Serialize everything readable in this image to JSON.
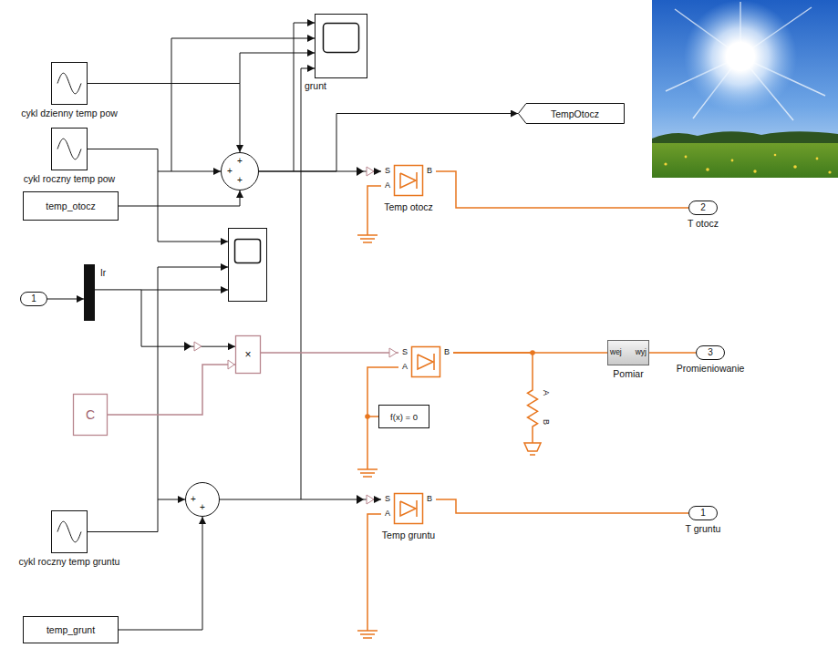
{
  "diagram": {
    "nodes": [
      {
        "text": [
          "cykl dzienny temp pow"
        ]
      },
      {
        "text": [
          "cykl roczny temp pow"
        ]
      },
      {
        "text": [
          "temp_otocz"
        ]
      },
      {
        "text": [
          "+",
          "+",
          "+"
        ]
      },
      {
        "text": [
          "TempOtocz"
        ]
      },
      {
        "text": [
          "S",
          "A",
          "B",
          "Temp otocz"
        ]
      },
      {
        "text": [
          "2",
          "T otocz"
        ]
      },
      {
        "text": [
          "1"
        ]
      },
      {
        "text": [
          "Ir"
        ]
      },
      {
        "text": [
          "×"
        ]
      },
      {
        "text": [
          "C"
        ]
      },
      {
        "text": [
          "S",
          "A",
          "B"
        ]
      },
      {
        "text": [
          "f(x) = 0"
        ]
      },
      {
        "text": [
          "A",
          "B"
        ]
      },
      {
        "text": [
          "wej",
          "wyj",
          "Pomiar"
        ]
      },
      {
        "text": [
          "3",
          "Promieniowanie"
        ]
      },
      {
        "text": [
          "cykl roczny temp gruntu"
        ]
      },
      {
        "text": [
          "temp_grunt"
        ]
      },
      {
        "text": [
          "+",
          "+"
        ]
      },
      {
        "text": [
          "S",
          "A",
          "B",
          "Temp gruntu"
        ]
      },
      {
        "text": [
          "1",
          "T gruntu"
        ]
      }
    ],
    "edges": [
      {
        "from": 0,
        "to": 3,
        "arrow": "to"
      },
      {
        "from": 1,
        "to": 3,
        "arrow": "to"
      },
      {
        "from": 2,
        "to": 3,
        "arrow": "to"
      },
      {
        "from": 3,
        "to": 4,
        "arrow": "to"
      },
      {
        "from": 3,
        "to": 5,
        "arrow": "to"
      },
      {
        "from": 5,
        "to": 6,
        "arrow": "none"
      },
      {
        "from": 7,
        "to": 8,
        "arrow": "to"
      },
      {
        "from": 8,
        "to": 9,
        "arrow": "to"
      },
      {
        "from": 10,
        "to": 9,
        "arrow": "none"
      },
      {
        "from": 9,
        "to": 11,
        "arrow": "none"
      },
      {
        "from": 11,
        "to": 14,
        "arrow": "none"
      },
      {
        "from": 11,
        "to": 13,
        "arrow": "none"
      },
      {
        "from": 11,
        "to": 12,
        "arrow": "none"
      },
      {
        "from": 14,
        "to": 15,
        "arrow": "none"
      },
      {
        "from": 16,
        "to": 18,
        "arrow": "to"
      },
      {
        "from": 17,
        "to": 18,
        "arrow": "to"
      },
      {
        "from": 18,
        "to": 19,
        "arrow": "to"
      },
      {
        "from": 19,
        "to": 20,
        "arrow": "none"
      }
    ],
    "labels": [
      "grunt"
    ]
  }
}
